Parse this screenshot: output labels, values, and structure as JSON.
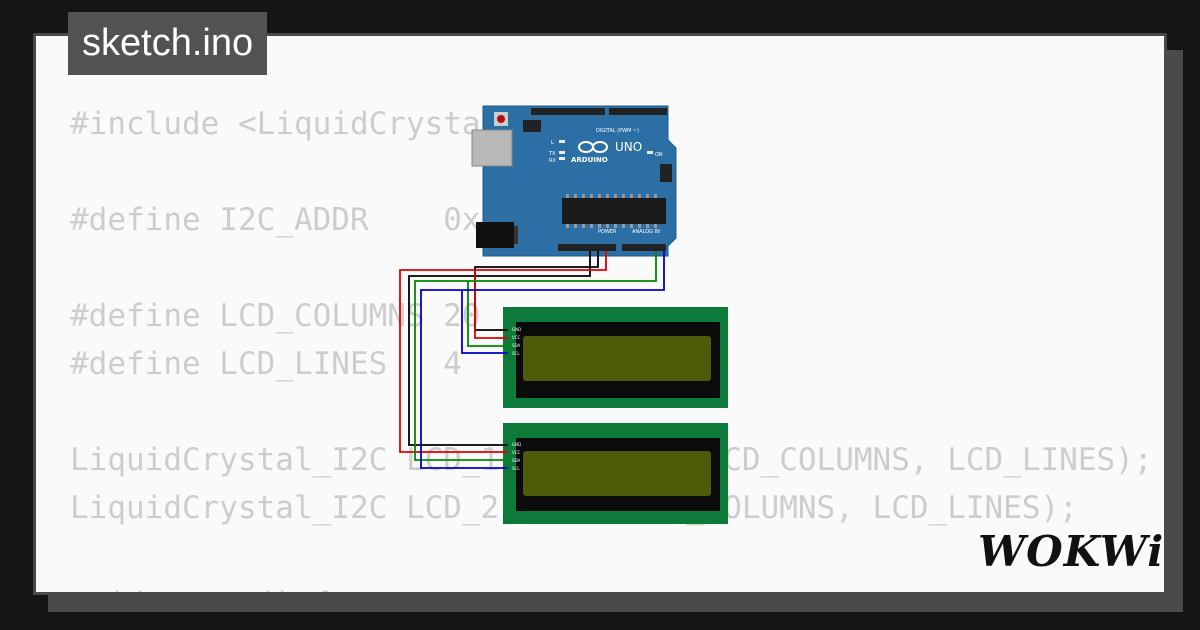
{
  "tab": {
    "filename": "sketch.ino"
  },
  "code_lines": [
    "#include <LiquidCrystal_I2C.h>",
    "",
    "#define I2C_ADDR    0x27",
    "",
    "#define LCD_COLUMNS 20",
    "#define LCD_LINES   4",
    "",
    "LiquidCrystal_I2C LCD_1(I2C_ADDR, LCD_COLUMNS, LCD_LINES);",
    "LiquidCrystal_I2C LCD_2(0x26, LCD_COLUMNS, LCD_LINES);",
    "",
    "void setup() {"
  ],
  "board": {
    "name": "ARDUINO",
    "model": "UNO",
    "labels": {
      "digital": "DIGITAL (PWM ~)",
      "power": "POWER",
      "analog": "ANALOG IN",
      "on": "ON",
      "tx": "TX",
      "rx": "RX",
      "l": "L"
    }
  },
  "lcds": [
    {
      "pins": [
        "GND",
        "VCC",
        "SDA",
        "SCL"
      ]
    },
    {
      "pins": [
        "GND",
        "VCC",
        "SDA",
        "SCL"
      ]
    }
  ],
  "wire_colors": {
    "gnd": "#000000",
    "vcc": "#e00000",
    "sda": "#008800",
    "scl": "#0000cc"
  },
  "colors": {
    "board": "#2b6fa5",
    "lcd_pcb": "#0e7a3a",
    "lcd_screen": "#4e5c0a"
  },
  "brand": "WOKWi"
}
